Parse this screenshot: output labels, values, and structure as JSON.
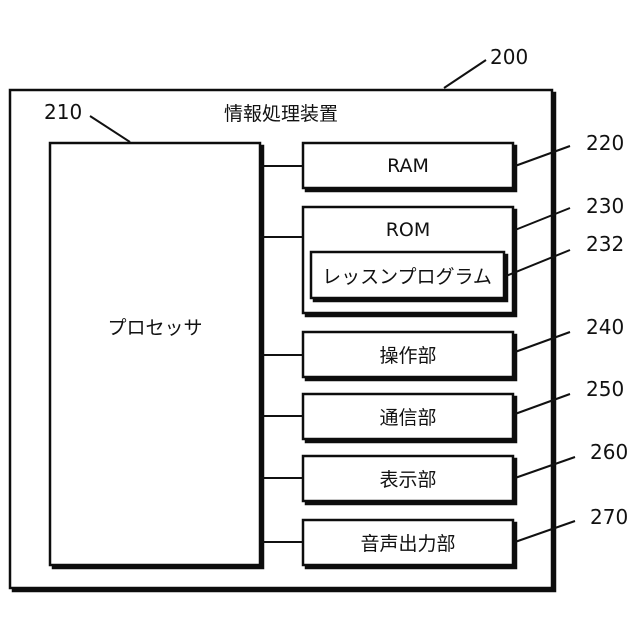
{
  "diagram": {
    "device": {
      "ref": "200",
      "title": "情報処理装置"
    },
    "processor": {
      "ref": "210",
      "label": "プロセッサ"
    },
    "ram": {
      "ref": "220",
      "label": "RAM"
    },
    "rom": {
      "ref": "230",
      "label": "ROM"
    },
    "lesson_program": {
      "ref": "232",
      "label": "レッスンプログラム"
    },
    "operation_unit": {
      "ref": "240",
      "label": "操作部"
    },
    "communication_unit": {
      "ref": "250",
      "label": "通信部"
    },
    "display_unit": {
      "ref": "260",
      "label": "表示部"
    },
    "audio_output_unit": {
      "ref": "270",
      "label": "音声出力部"
    }
  },
  "colors": {
    "line": "#111111",
    "background": "#ffffff"
  }
}
